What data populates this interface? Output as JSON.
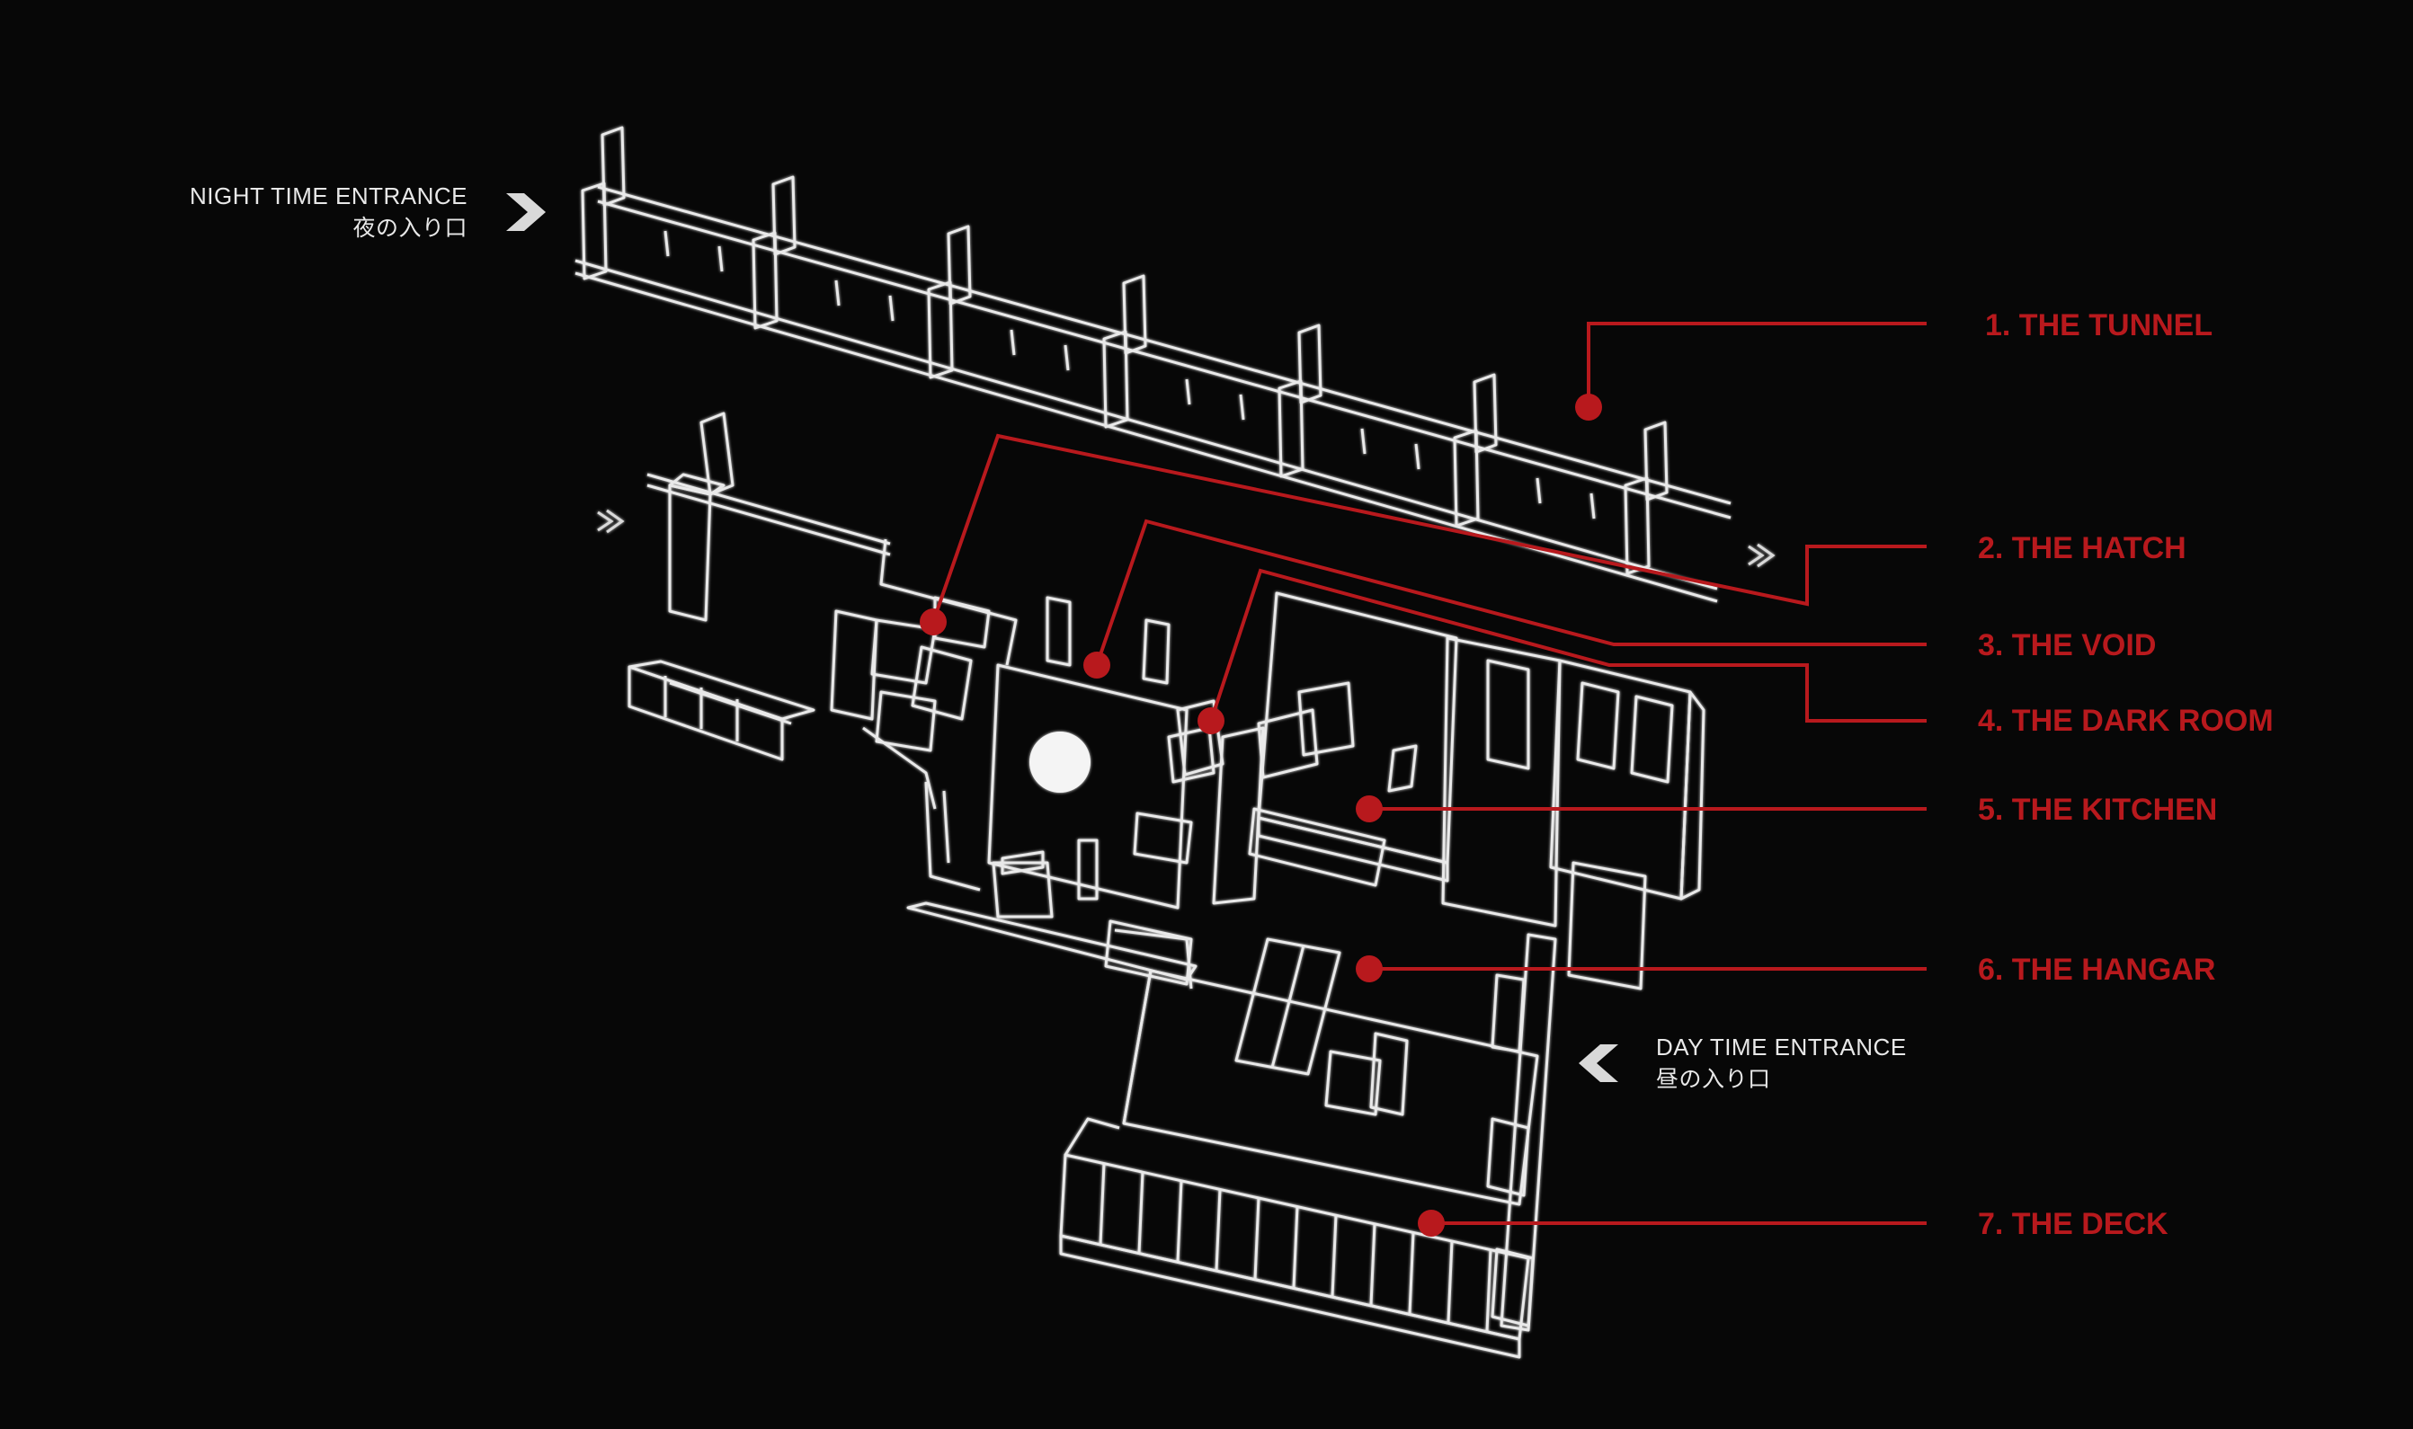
{
  "colors": {
    "background": "#070707",
    "accent_red": "#b8191d",
    "line_white": "#e9e9e9",
    "label_text": "#e8e8e8"
  },
  "entrances": {
    "night": {
      "label_en": "NIGHT TIME ENTRANCE",
      "label_jp": "夜の入り口",
      "icon": "chevron-right-icon"
    },
    "day": {
      "label_en": "DAY TIME ENTRANCE",
      "label_jp": "昼の入り口",
      "icon": "chevron-left-icon"
    }
  },
  "rooms": [
    {
      "label": "1. THE TUNNEL"
    },
    {
      "label": "2. THE HATCH"
    },
    {
      "label": "3. THE VOID"
    },
    {
      "label": "4. THE DARK ROOM"
    },
    {
      "label": "5. THE KITCHEN"
    },
    {
      "label": "6. THE HANGAR"
    },
    {
      "label": "7. THE DECK"
    }
  ]
}
